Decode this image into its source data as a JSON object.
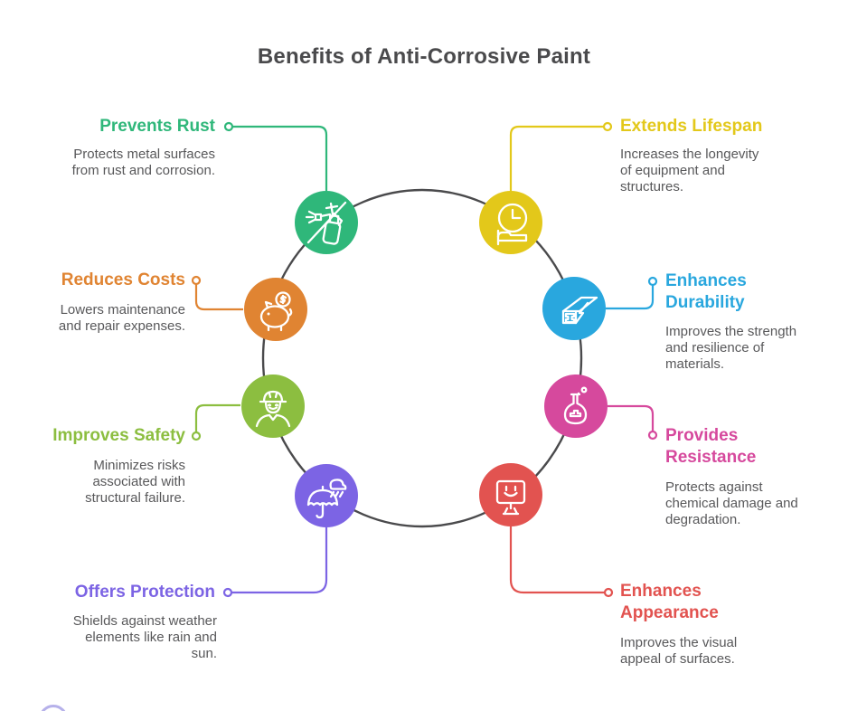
{
  "title": "Benefits of Anti-Corrosive Paint",
  "palette": {
    "title_text": "#4A4A4C",
    "description_text": "#58585A",
    "ring": "#4A4A4C",
    "background": "#FFFFFF",
    "logo_fragment": "#B6B1EA"
  },
  "items": [
    {
      "id": "prevents-rust",
      "title": "Prevents Rust",
      "description": "Protects metal surfaces from rust and corrosion.",
      "color": "#2FB77A",
      "icon": "spray-no-rust-icon"
    },
    {
      "id": "extends-lifespan",
      "title": "Extends Lifespan",
      "description": "Increases the longevity of equipment and structures.",
      "color": "#E3C81A",
      "icon": "clock-lifespan-icon"
    },
    {
      "id": "reduces-costs",
      "title": "Reduces Costs",
      "description": "Lowers maintenance and repair expenses.",
      "color": "#E08432",
      "icon": "piggy-bank-icon"
    },
    {
      "id": "enhances-durability",
      "title": "Enhances Durability",
      "description": "Improves the strength and resilience of materials.",
      "color": "#29A7DE",
      "icon": "steel-sheets-icon"
    },
    {
      "id": "improves-safety",
      "title": "Improves Safety",
      "description": "Minimizes risks associated with structural failure.",
      "color": "#8CBE40",
      "icon": "construction-worker-icon"
    },
    {
      "id": "provides-resistance",
      "title": "Provides Resistance",
      "description": "Protects against chemical damage and degradation.",
      "color": "#D6499D",
      "icon": "chemical-flask-icon"
    },
    {
      "id": "offers-protection",
      "title": "Offers Protection",
      "description": "Shields against weather elements like rain and sun.",
      "color": "#7C64E4",
      "icon": "umbrella-rain-icon"
    },
    {
      "id": "enhances-appearance",
      "title": "Enhances Appearance",
      "description": "Improves the visual appeal of surfaces.",
      "color": "#E25350",
      "icon": "monitor-smiley-icon"
    }
  ]
}
